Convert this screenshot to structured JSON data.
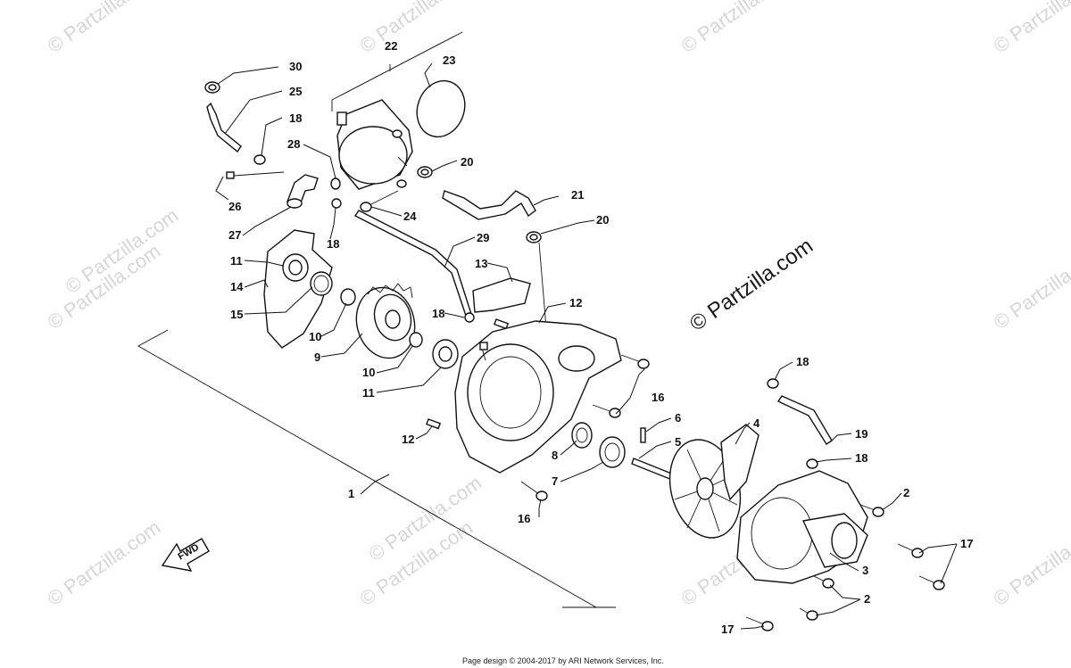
{
  "watermark": {
    "small_text": "© Partzilla.com",
    "large_text": "© Partzilla.com"
  },
  "callouts": [
    {
      "id": "c30",
      "label": "30"
    },
    {
      "id": "c25",
      "label": "25"
    },
    {
      "id": "c18a",
      "label": "18"
    },
    {
      "id": "c28",
      "label": "28"
    },
    {
      "id": "c26",
      "label": "26"
    },
    {
      "id": "c27",
      "label": "27"
    },
    {
      "id": "c18b",
      "label": "18"
    },
    {
      "id": "c22",
      "label": "22"
    },
    {
      "id": "c23",
      "label": "23"
    },
    {
      "id": "c20a",
      "label": "20"
    },
    {
      "id": "c24",
      "label": "24"
    },
    {
      "id": "c21",
      "label": "21"
    },
    {
      "id": "c20b",
      "label": "20"
    },
    {
      "id": "c29",
      "label": "29"
    },
    {
      "id": "c13",
      "label": "13"
    },
    {
      "id": "c11a",
      "label": "11"
    },
    {
      "id": "c14",
      "label": "14"
    },
    {
      "id": "c15",
      "label": "15"
    },
    {
      "id": "c10a",
      "label": "10"
    },
    {
      "id": "c9",
      "label": "9"
    },
    {
      "id": "c10b",
      "label": "10"
    },
    {
      "id": "c11b",
      "label": "11"
    },
    {
      "id": "c18c",
      "label": "18"
    },
    {
      "id": "c12a",
      "label": "12"
    },
    {
      "id": "c16a",
      "label": "16"
    },
    {
      "id": "c12b",
      "label": "12"
    },
    {
      "id": "c1",
      "label": "1"
    },
    {
      "id": "c6",
      "label": "6"
    },
    {
      "id": "c5",
      "label": "5"
    },
    {
      "id": "c4",
      "label": "4"
    },
    {
      "id": "c8",
      "label": "8"
    },
    {
      "id": "c7",
      "label": "7"
    },
    {
      "id": "c16b",
      "label": "16"
    },
    {
      "id": "c18d",
      "label": "18"
    },
    {
      "id": "c19",
      "label": "19"
    },
    {
      "id": "c18e",
      "label": "18"
    },
    {
      "id": "c2a",
      "label": "2"
    },
    {
      "id": "c17a",
      "label": "17"
    },
    {
      "id": "c3",
      "label": "3"
    },
    {
      "id": "c2b",
      "label": "2"
    },
    {
      "id": "c17b",
      "label": "17"
    }
  ],
  "fwd_label": "FWD",
  "footer": "Page design © 2004-2017 by ARI Network Services, Inc."
}
